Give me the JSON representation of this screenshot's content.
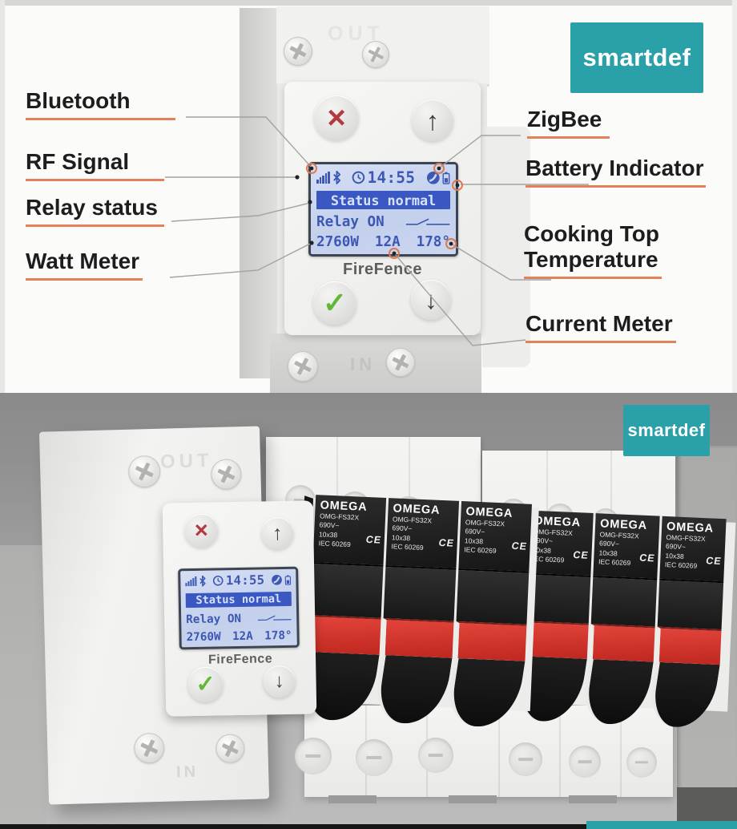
{
  "brand": {
    "name": "smartdef",
    "color": "#2aa0a8"
  },
  "scene_top": {
    "labels_left": [
      {
        "text": "Bluetooth"
      },
      {
        "text": "RF Signal"
      },
      {
        "text": "Relay status"
      },
      {
        "text": "Watt Meter"
      }
    ],
    "labels_right": [
      {
        "text": "ZigBee"
      },
      {
        "text": "Battery Indicator"
      },
      {
        "line1": "Cooking Top",
        "line2": "Temperature"
      },
      {
        "text": "Current Meter"
      }
    ],
    "underline_color": "#e4815b"
  },
  "device": {
    "name": "FireFence",
    "terminal_top_label": "OUT",
    "terminal_bottom_label": "IN",
    "screen": {
      "time": "14:55",
      "status": "Status normal",
      "relay": "Relay ON",
      "watts": "2760W",
      "amps": "12A",
      "temperature": "178°"
    },
    "buttons": {
      "cancel": "×",
      "up": "↑",
      "confirm": "✓",
      "down": "↓"
    },
    "lcd_colors": {
      "background": "#c9d5ef",
      "text": "#3c58b4",
      "highlight": "#3a57c2"
    }
  },
  "fuse_holder": {
    "brand": "OMEGA",
    "model": "OMG-FS32X",
    "voltage": "690V~",
    "fuse_size": "10x38",
    "standard": "IEC 60269",
    "ce_mark": "CE",
    "stripe_color": "#cf2f28"
  }
}
